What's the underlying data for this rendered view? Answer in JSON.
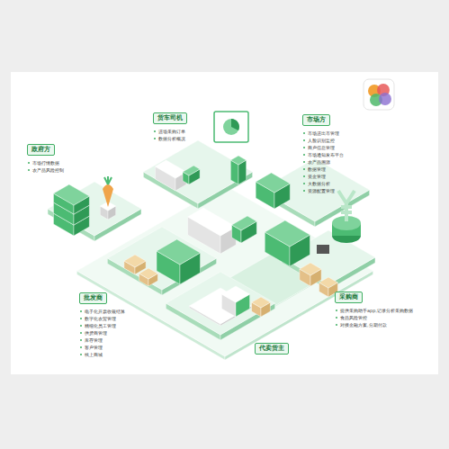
{
  "diagram": {
    "nodes": [
      {
        "text": [
          "货车司机",
          "进场采购订单",
          "数据分析概况"
        ]
      },
      {
        "text": [
          "市场方",
          "市场进出市管理",
          "人脸识别监控",
          "商户信息管理",
          "市场通知发布平台",
          "农产品溯源",
          "数据管理",
          "资金管理",
          "大数据分析",
          "资源配置管理"
        ]
      },
      {
        "text": [
          "政府方",
          "市场行情数据",
          "农产品风险控制"
        ]
      },
      {
        "text": [
          "批发商",
          "电子化开票收银结算",
          "数字化农贸管理",
          "精细化员工管理",
          "供货商管理",
          "库存管理",
          "客户管理",
          "线上商城"
        ]
      },
      {
        "text": [
          "采购商",
          "提供采购助手app,记录分析采购数据",
          "食品风险管控",
          "对接金融方案,分期付款"
        ]
      },
      {
        "text": [
          "代卖货主"
        ]
      }
    ]
  }
}
